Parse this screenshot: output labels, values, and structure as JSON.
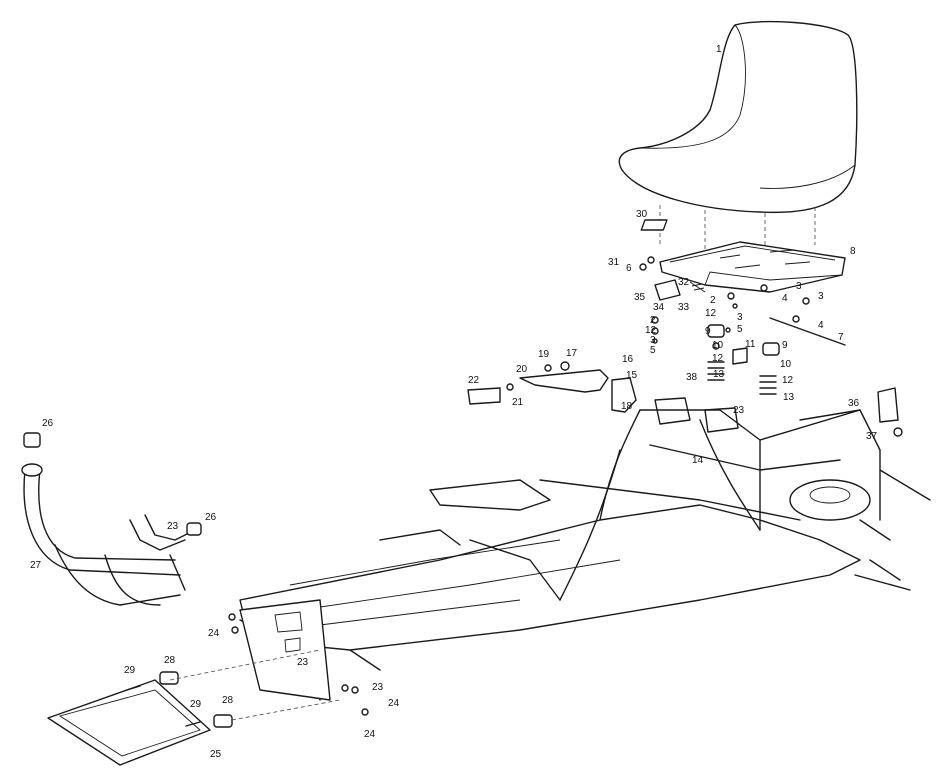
{
  "callouts": [
    {
      "n": "1"
    },
    {
      "n": "30"
    },
    {
      "n": "8"
    },
    {
      "n": "31"
    },
    {
      "n": "6"
    },
    {
      "n": "32"
    },
    {
      "n": "3"
    },
    {
      "n": "35"
    },
    {
      "n": "34"
    },
    {
      "n": "33"
    },
    {
      "n": "2"
    },
    {
      "n": "4"
    },
    {
      "n": "3"
    },
    {
      "n": "12"
    },
    {
      "n": "3"
    },
    {
      "n": "4"
    },
    {
      "n": "2"
    },
    {
      "n": "12"
    },
    {
      "n": "3"
    },
    {
      "n": "5"
    },
    {
      "n": "5"
    },
    {
      "n": "7"
    },
    {
      "n": "9"
    },
    {
      "n": "10"
    },
    {
      "n": "11"
    },
    {
      "n": "9"
    },
    {
      "n": "12"
    },
    {
      "n": "10"
    },
    {
      "n": "19"
    },
    {
      "n": "17"
    },
    {
      "n": "16"
    },
    {
      "n": "20"
    },
    {
      "n": "13"
    },
    {
      "n": "12"
    },
    {
      "n": "22"
    },
    {
      "n": "21"
    },
    {
      "n": "15"
    },
    {
      "n": "38"
    },
    {
      "n": "13"
    },
    {
      "n": "18"
    },
    {
      "n": "23"
    },
    {
      "n": "36"
    },
    {
      "n": "37"
    },
    {
      "n": "14"
    },
    {
      "n": "26"
    },
    {
      "n": "23"
    },
    {
      "n": "26"
    },
    {
      "n": "27"
    },
    {
      "n": "24"
    },
    {
      "n": "23"
    },
    {
      "n": "29"
    },
    {
      "n": "28"
    },
    {
      "n": "23"
    },
    {
      "n": "29"
    },
    {
      "n": "28"
    },
    {
      "n": "24"
    },
    {
      "n": "25"
    },
    {
      "n": "24"
    }
  ]
}
